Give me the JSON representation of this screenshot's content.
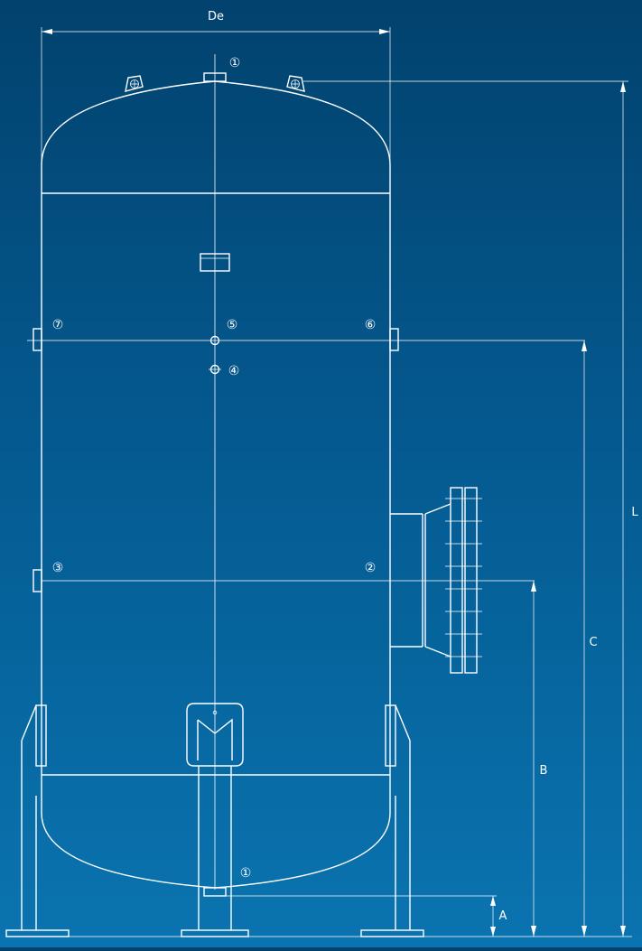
{
  "dimensions": {
    "De": "De",
    "L": "L",
    "C": "C",
    "B": "B",
    "A": "A"
  },
  "nozzles": {
    "n1_top": "①",
    "n1_bottom": "①",
    "n2": "②",
    "n3": "③",
    "n4": "④",
    "n5": "⑤",
    "n6": "⑥",
    "n7": "⑦"
  }
}
